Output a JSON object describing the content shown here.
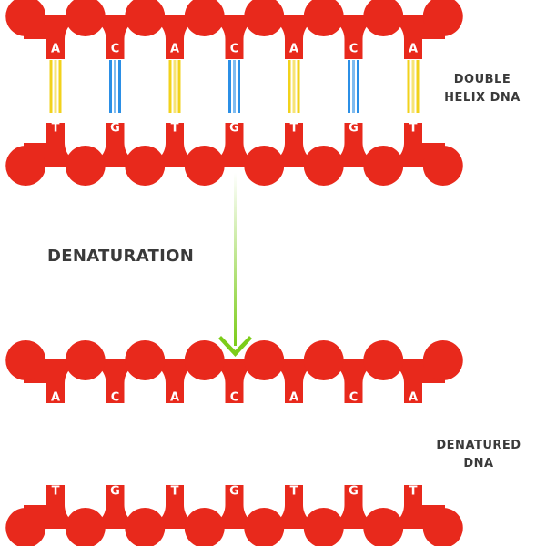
{
  "colors": {
    "backbone": "#e8291c",
    "pair_AT": "#f2d21b",
    "pair_CG": "#2b8fe6",
    "arrow": "#7ccc1a",
    "label_text": "#3a3a3a"
  },
  "labels": {
    "double_helix_line1": "DOUBLE",
    "double_helix_line2": "HELIX DNA",
    "denaturation": "DENATURATION",
    "denatured_line1": "DENATURED",
    "denatured_line2": "DNA"
  },
  "strands": {
    "helix_top": [
      "A",
      "C",
      "A",
      "C",
      "A",
      "C",
      "A"
    ],
    "helix_bottom": [
      "T",
      "G",
      "T",
      "G",
      "T",
      "G",
      "T"
    ],
    "denatured_top": [
      "A",
      "C",
      "A",
      "C",
      "A",
      "C",
      "A"
    ],
    "denatured_bottom": [
      "T",
      "G",
      "T",
      "G",
      "T",
      "G",
      "T"
    ]
  }
}
